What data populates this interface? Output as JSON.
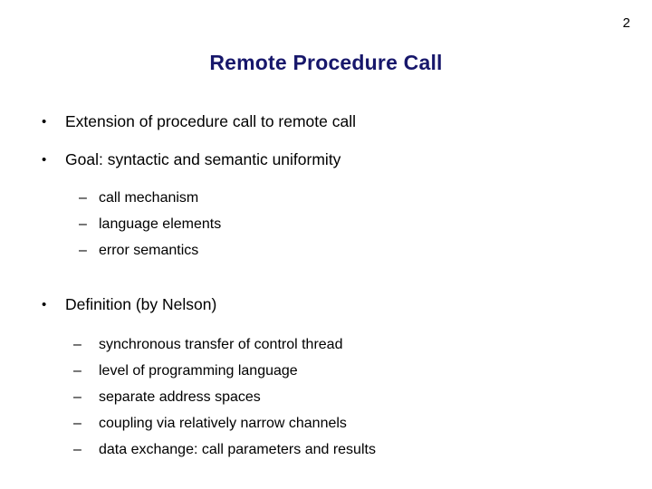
{
  "slide": {
    "page_number": "2",
    "title": "Remote Procedure Call",
    "title_color": "#17176B",
    "background_color": "#FFFFFF",
    "text_color": "#000000",
    "bullet_marker": "•",
    "dash_marker": "–",
    "groups": [
      {
        "bullet": "Extension of procedure call to remote call",
        "sub_items": []
      },
      {
        "bullet": "Goal: syntactic and semantic uniformity",
        "sub_items": [
          "call mechanism",
          "language elements",
          "error semantics"
        ]
      },
      {
        "bullet": "Definition (by Nelson)",
        "sub_items": [
          "synchronous transfer of control thread",
          "level of programming language",
          "separate address spaces",
          "coupling via relatively narrow channels",
          "data exchange: call parameters and results"
        ]
      }
    ]
  }
}
